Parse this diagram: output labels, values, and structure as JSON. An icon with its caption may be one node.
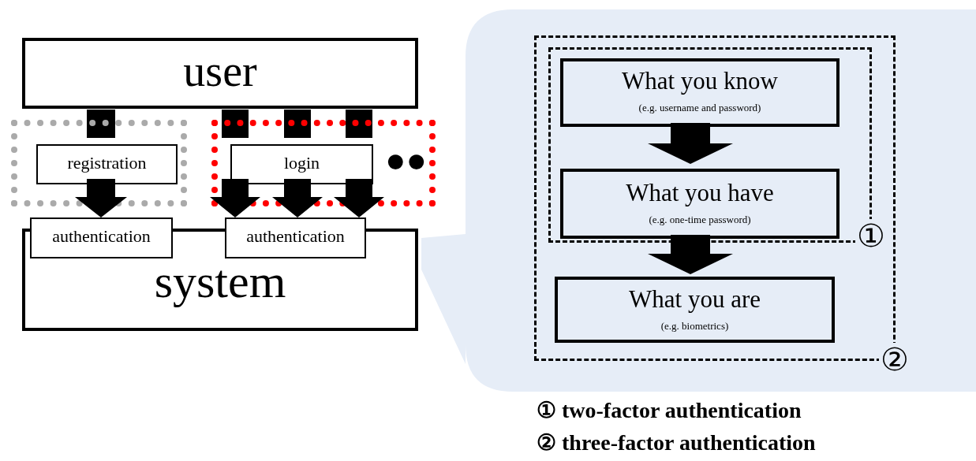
{
  "diagram": {
    "nodes": [
      {
        "text": [
          "user"
        ]
      },
      {
        "text": [],
        "shape": "box"
      },
      {
        "text": [
          "registration"
        ],
        "in": 1
      },
      {
        "text": [],
        "shape": "box"
      },
      {
        "text": [
          "login"
        ],
        "in": 3
      },
      {
        "text": [
          "system"
        ]
      },
      {
        "text": [
          "authentication"
        ]
      },
      {
        "text": [
          "authentication"
        ]
      },
      {
        "text": [],
        "shape": "box"
      },
      {
        "text": [
          "②"
        ],
        "in": 8
      },
      {
        "text": [
          "①"
        ],
        "in": 9
      },
      {
        "text": [
          "What you know",
          "(e.g. username and password)"
        ],
        "in": 10
      },
      {
        "text": [
          "What you have",
          "(e.g. one-time password)"
        ],
        "in": 10
      },
      {
        "text": [
          "What you are",
          "(e.g. biometrics)"
        ],
        "in": 9
      }
    ],
    "edges": [
      {
        "from": 0,
        "to": 2,
        "arrow": "none"
      },
      {
        "from": 2,
        "to": 6,
        "arrow": "to"
      },
      {
        "from": 0,
        "to": 4,
        "arrow": "none"
      },
      {
        "from": 0,
        "to": 4,
        "arrow": "none"
      },
      {
        "from": 0,
        "to": 4,
        "arrow": "none"
      },
      {
        "from": 4,
        "to": 7,
        "arrow": "to"
      },
      {
        "from": 4,
        "to": 7,
        "arrow": "to"
      },
      {
        "from": 4,
        "to": 7,
        "arrow": "to"
      },
      {
        "from": 11,
        "to": 12,
        "arrow": "to"
      },
      {
        "from": 12,
        "to": 13,
        "arrow": "to"
      }
    ],
    "labels": [
      "●●",
      "① two-factor authentication",
      "② three-factor authentication"
    ]
  }
}
